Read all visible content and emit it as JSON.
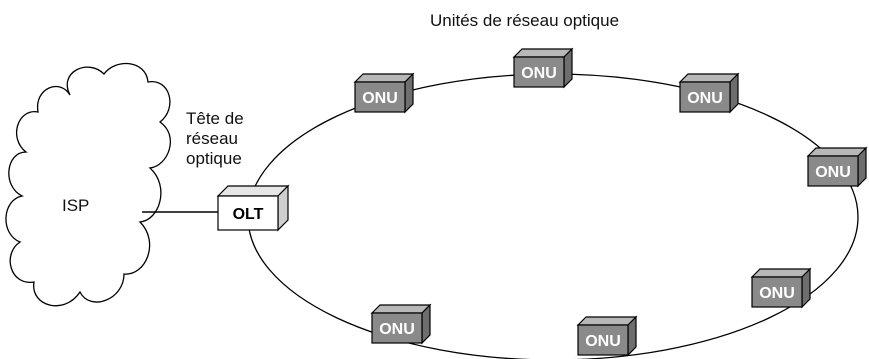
{
  "title": "Unités de réseau optique",
  "cloud_label": "ISP",
  "olt": {
    "label": "OLT",
    "caption": [
      "Tête de",
      "réseau",
      "optique"
    ]
  },
  "onu_label": "ONU",
  "colors": {
    "onu_front": "#8a8a8a",
    "onu_top": "#b8b8b8",
    "onu_side": "#6e6e6e",
    "olt_front": "#ffffff",
    "olt_top": "#e6e6e6",
    "olt_side": "#cfcfcf",
    "line": "#000000"
  }
}
